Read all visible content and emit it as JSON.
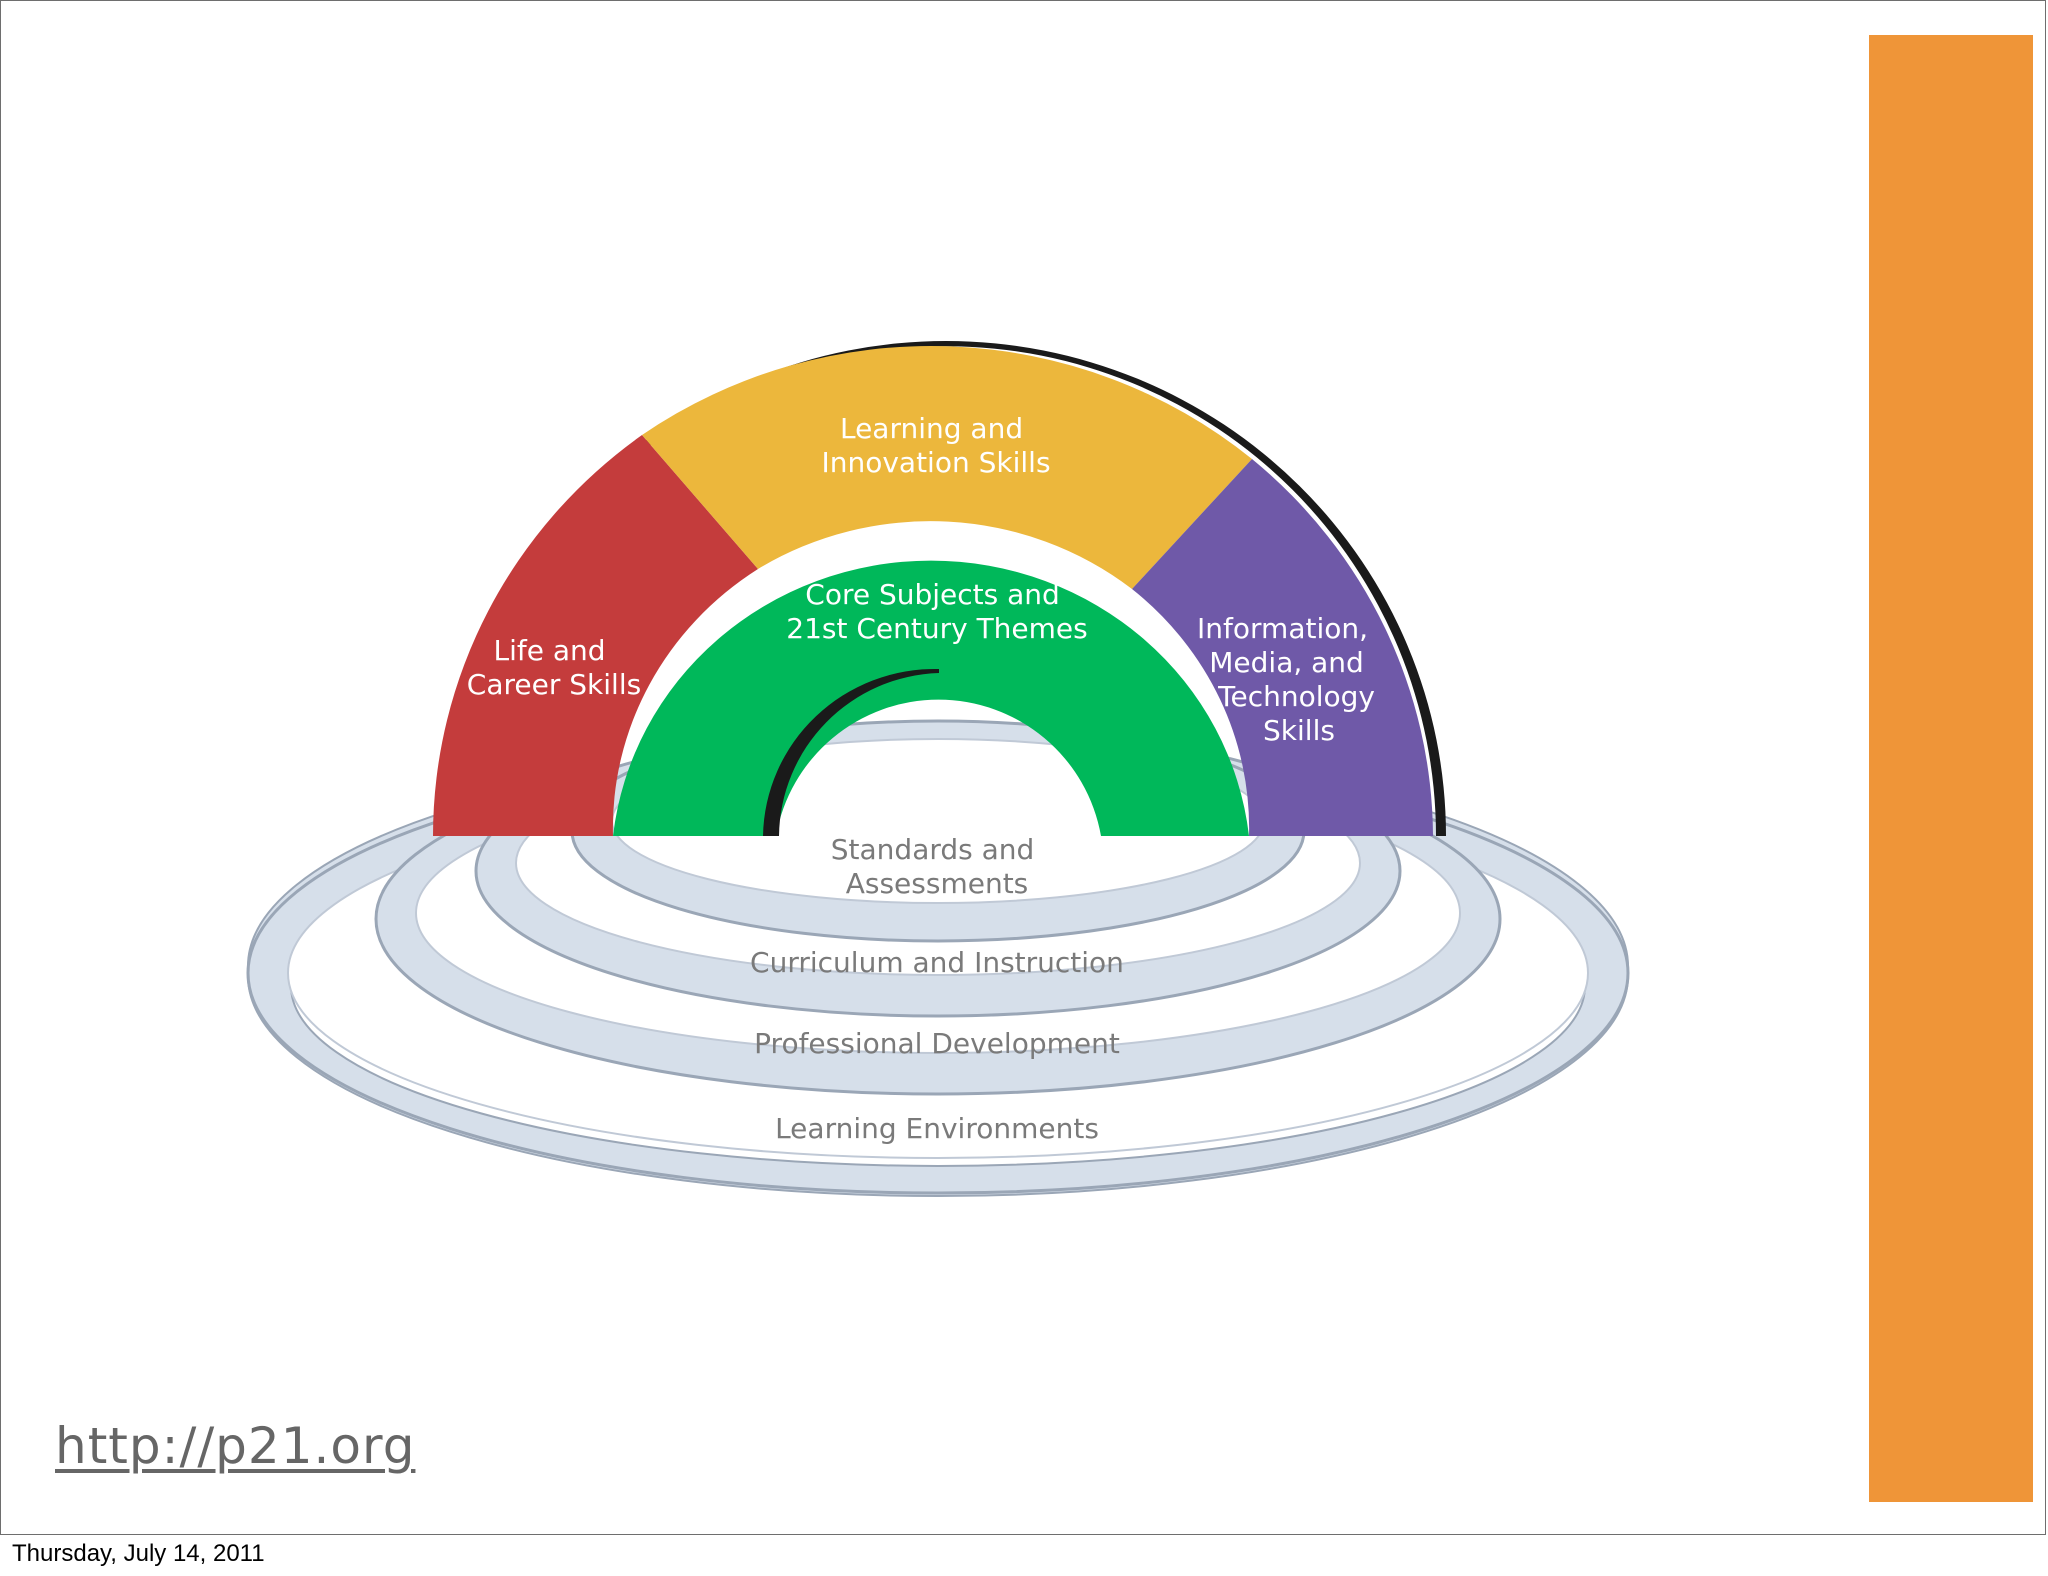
{
  "colors": {
    "life_career": "#c43c3c",
    "learning_innovation": "#ecb73c",
    "information_media": "#6f59a8",
    "core": "#00b85a",
    "ring": "#d6dfea",
    "accent_bar": "#ef9538"
  },
  "arch": {
    "life_career": [
      "Life and",
      "Career Skills"
    ],
    "learning_innovation": [
      "Learning and",
      "Innovation Skills"
    ],
    "information_media": [
      "Information,",
      "Media, and",
      "Technology",
      "Skills"
    ],
    "core": [
      "Core Subjects and",
      "21st Century Themes"
    ]
  },
  "rings": {
    "standards": [
      "Standards and",
      "Assessments"
    ],
    "curriculum": "Curriculum and Instruction",
    "professional": "Professional Development",
    "environments": "Learning Environments"
  },
  "footer": {
    "link": "http://p21.org",
    "date": "Thursday, July 14, 2011"
  }
}
